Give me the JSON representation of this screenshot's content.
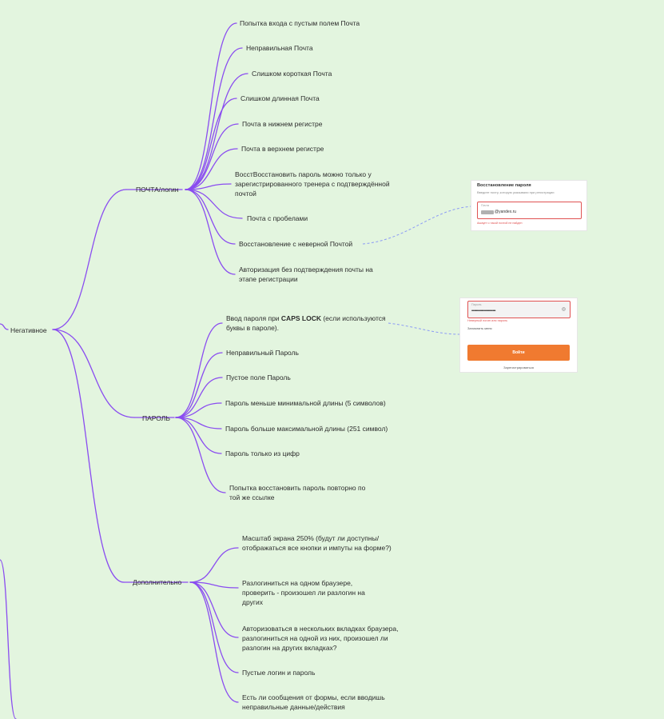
{
  "root": {
    "label": "Негативное"
  },
  "branches": [
    {
      "label": "ПОЧТА/логин",
      "items": [
        "Попытка входа с пустым полем Почта",
        "Неправильная Почта",
        "Слишком короткая Почта",
        "Слишком длинная Почта",
        "Почта в нижнем регистре",
        "Почта в верхнем регистре",
        "ВосстВосстановить пароль можно только у зарегистрированного тренера с подтверждённой почтой",
        "Почта с пробелами",
        "Восстановление с неверной Почтой",
        "Авторизация без подтверждения почты на этапе регистрации"
      ]
    },
    {
      "label": "ПАРОЛЬ",
      "items": [
        {
          "pre": "Ввод пароля при ",
          "bold": "CAPS LOCK",
          "post": " (если используются буквы в пароле)."
        },
        "Неправильный Пароль",
        "Пустое поле Пароль",
        "Пароль меньше минимальной длины (5 символов)",
        "Пароль больше максимальной длины (251 символ)",
        "Пароль только из цифр",
        "Попытка восстановить пароль повторно по той же ссылке"
      ]
    },
    {
      "label": "Дополнительно",
      "items": [
        "Масштаб экрана 250% (будут ли доступны/ отображаться все кнопки и импуты на форме?)",
        "Разлогиниться на одном браузере, проверить - произошел ли разлогин на других",
        "Авторизоваться в нескольких вкладках браузера, разлогиниться на одной из них, произошел ли разлогин на других вкладках?",
        "Пустые логин и пароль",
        "Есть ли сообщения от формы, если вводишь неправильные данные/действия"
      ]
    }
  ],
  "attachments": {
    "restore_card": {
      "title": "Восстановление пароля",
      "subtitle": "Введите почту, которую указывали при регистрации",
      "field_label": "Почта",
      "field_value": "@yandex.ru",
      "error": "Аккаунт с такой почтой не найден"
    },
    "login_card": {
      "field_label": "Пароль",
      "dots": "••••••••••••••••••••••••••",
      "eye": "◎",
      "error": "Неверный логин или пароль",
      "remember": "Запомнить меня",
      "button": "Войти",
      "register": "Зарегистрироваться"
    }
  },
  "colors": {
    "background": "#e3f5df",
    "branch": "#8a4cf0",
    "connector": "#8c9bf5",
    "button": "#f07a30",
    "error": "#e05252"
  }
}
